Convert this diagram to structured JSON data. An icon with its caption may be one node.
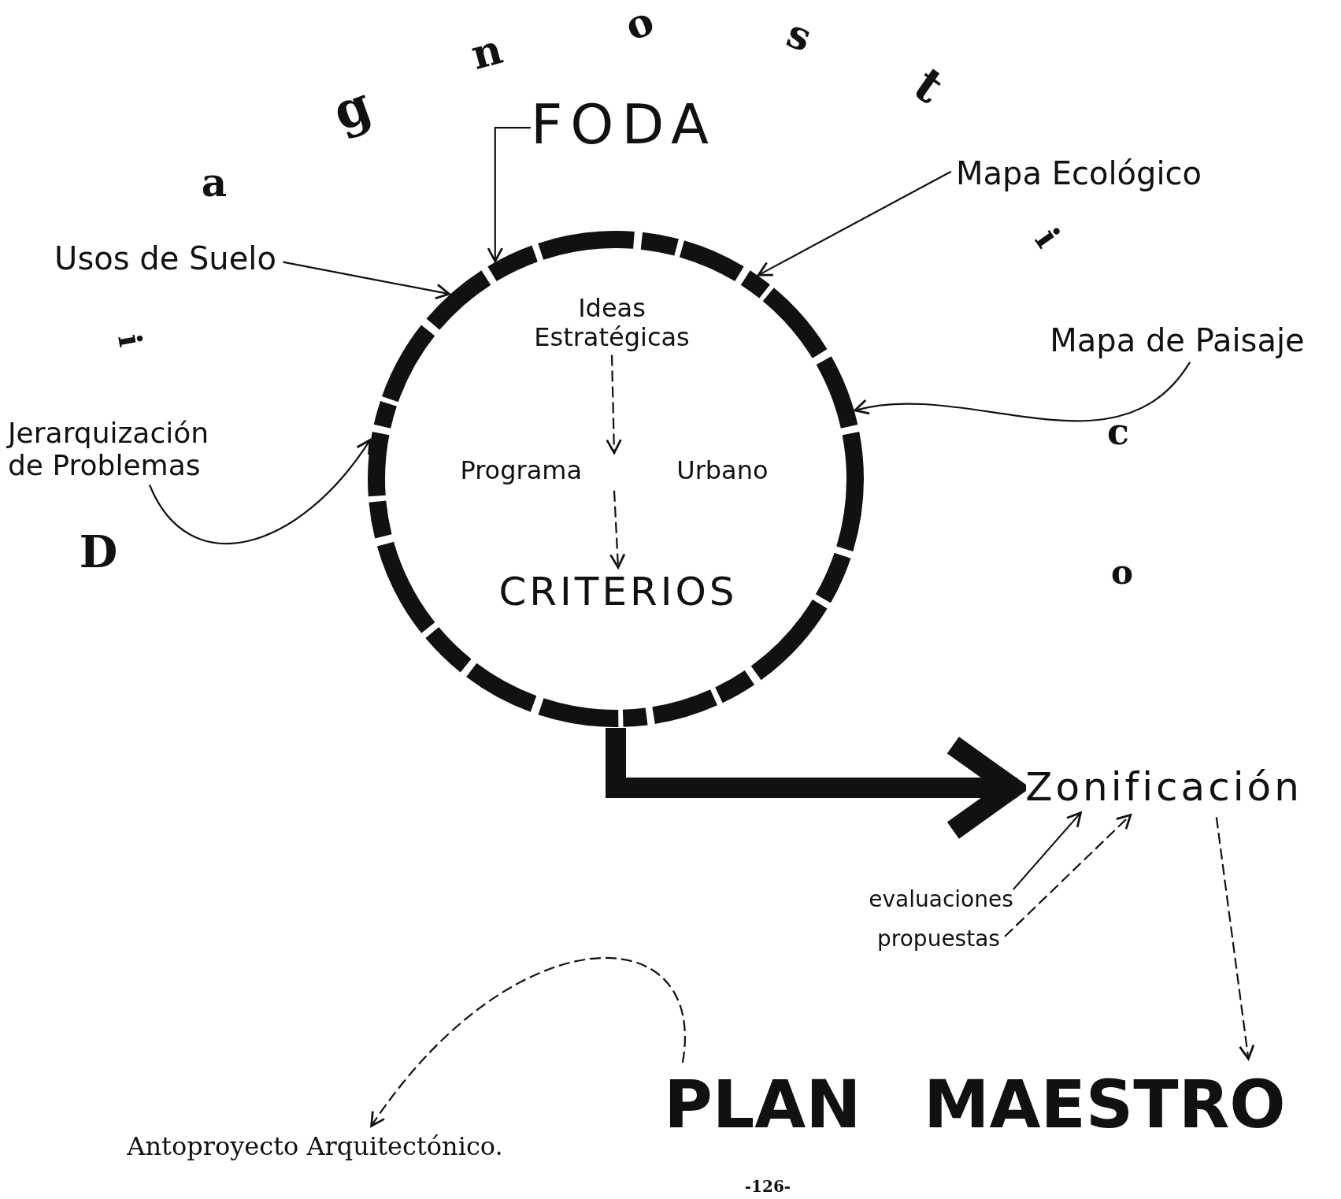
{
  "diagram": {
    "nodes": [
      {
        "text": [
          "FODA"
        ]
      },
      {
        "text": [
          "Usos de Suelo"
        ]
      },
      {
        "text": [
          "Mapa Ecológico"
        ]
      },
      {
        "text": [
          "Jerarquización de Problemas"
        ]
      },
      {
        "text": [
          "Mapa de Paisaje"
        ]
      },
      {
        "text": [],
        "shape": "circle"
      },
      {
        "text": [
          "Ideas Estratégicas"
        ],
        "in": 5
      },
      {
        "text": [
          "Programa Urbano"
        ],
        "in": 5
      },
      {
        "text": [
          "CRITERIOS"
        ],
        "in": 5
      },
      {
        "text": [
          "Zonificación"
        ]
      },
      {
        "text": [
          "evaluaciones"
        ]
      },
      {
        "text": [
          "propuestas"
        ]
      },
      {
        "text": [
          "PLAN MAESTRO"
        ]
      },
      {
        "text": [
          "Antoproyecto Arquitectónico."
        ]
      }
    ],
    "edges": [
      {
        "from": 0,
        "to": 5,
        "arrow": "to"
      },
      {
        "from": 1,
        "to": 5,
        "arrow": "to"
      },
      {
        "from": 2,
        "to": 5,
        "arrow": "to"
      },
      {
        "from": 3,
        "to": 5,
        "arrow": "to"
      },
      {
        "from": 4,
        "to": 5,
        "arrow": "to"
      },
      {
        "from": 6,
        "to": 7,
        "arrow": "to",
        "style": "dashed"
      },
      {
        "from": 7,
        "to": 8,
        "arrow": "to",
        "style": "dashed"
      },
      {
        "from": 5,
        "to": 9,
        "arrow": "to",
        "style": "thick"
      },
      {
        "from": 10,
        "to": 9,
        "arrow": "to"
      },
      {
        "from": 11,
        "to": 9,
        "arrow": "to",
        "style": "dashed"
      },
      {
        "from": 9,
        "to": 12,
        "arrow": "to",
        "style": "dashed"
      },
      {
        "from": 12,
        "to": 13,
        "arrow": "to",
        "style": "dashed"
      }
    ],
    "labels": [
      "D",
      "i",
      "a",
      "g",
      "n",
      "o",
      "s",
      "t",
      "i",
      "c",
      "o",
      "-126-"
    ]
  }
}
